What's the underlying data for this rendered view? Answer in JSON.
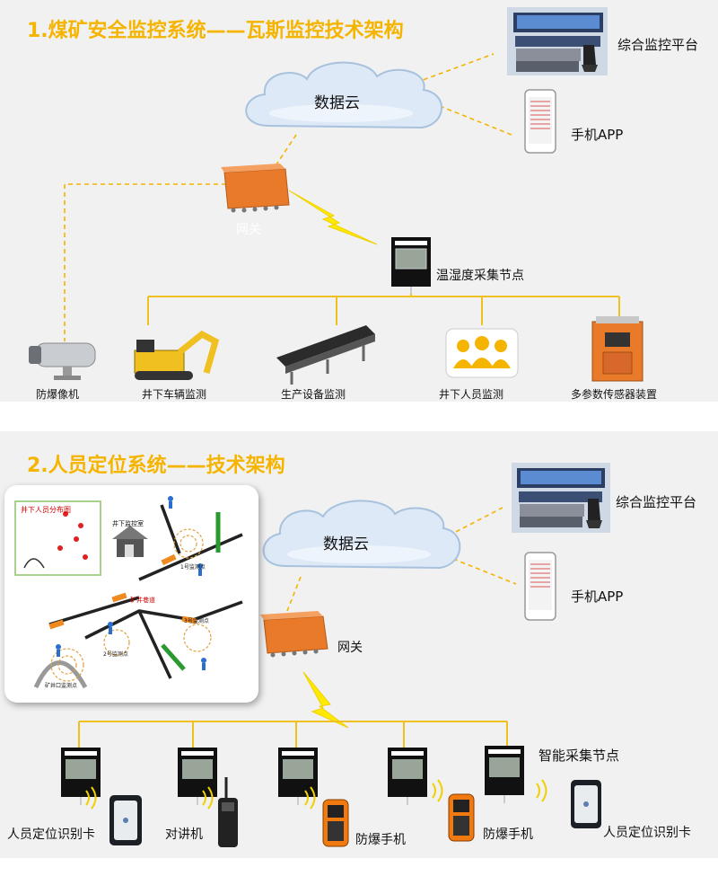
{
  "section1": {
    "title": "1.煤矿安全监控系统——瓦斯监控技术架构",
    "cloud_label": "数据云",
    "platform_label": "综合监控平台",
    "app_label": "手机APP",
    "gateway_label": "网关",
    "node_label": "温湿度采集节点",
    "devices": [
      "防爆像机",
      "井下车辆监测",
      "生产设备监测",
      "井下人员监测",
      "多参数传感器装置"
    ]
  },
  "section2": {
    "title": "2.人员定位系统——技术架构",
    "cloud_label": "数据云",
    "platform_label": "综合监控平台",
    "app_label": "手机APP",
    "gateway_label": "网关",
    "node_label": "智能采集节点",
    "devices": [
      "人员定位识别卡",
      "对讲机",
      "防爆手机",
      "防爆手机",
      "人员定位识别卡"
    ],
    "map": {
      "legend_title": "井下人员分布图",
      "building_label": "井下监控室",
      "tunnel_label": "矿井巷道",
      "station_labels": [
        "1号监测点",
        "2号监测点",
        "3号监测点",
        "矿井口监测点"
      ]
    }
  },
  "colors": {
    "title": "#f5b400",
    "dashed": "#f5b400",
    "bus": "#f0c020",
    "device_orange": "#e87a2a"
  }
}
